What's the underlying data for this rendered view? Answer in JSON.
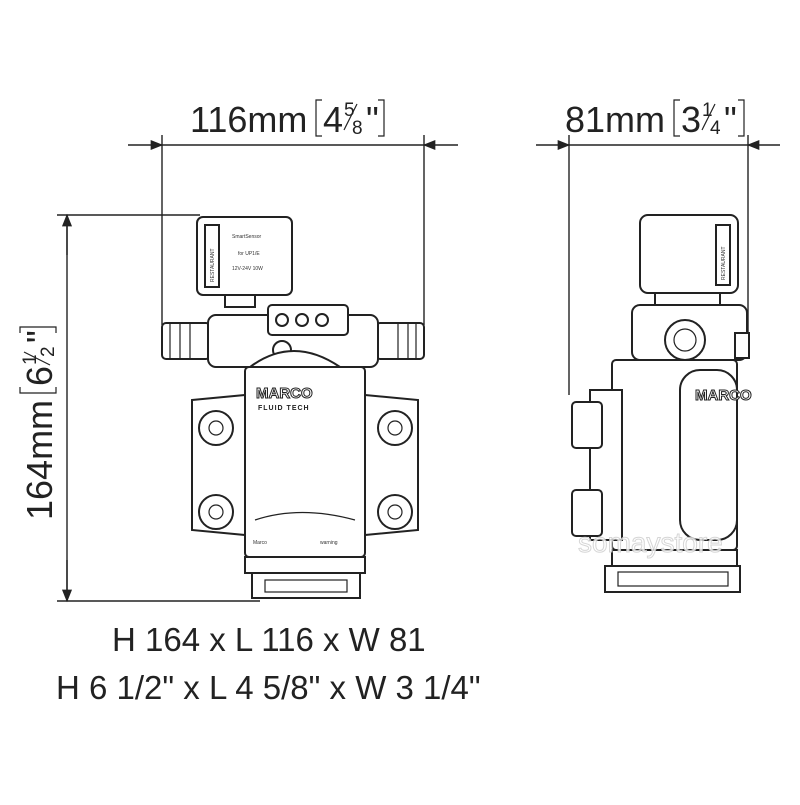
{
  "dimensions": {
    "width_mm": "116mm",
    "width_in_whole": "4",
    "width_in_num": "5",
    "width_in_den": "8",
    "depth_mm": "81mm",
    "depth_in_whole": "3",
    "depth_in_num": "1",
    "depth_in_den": "4",
    "height_mm": "164mm",
    "height_in_whole": "6",
    "height_in_num": "1",
    "height_in_den": "2",
    "inch_mark": "\""
  },
  "summary": {
    "metric": "H 164 x L 116 x W 81",
    "imperial": "H 6 1/2\" x L 4 5/8\" x W 3 1/4\""
  },
  "labels": {
    "brand": "MARCO",
    "brand_sub": "FLUID TECH",
    "switch_line1": "SmartSensor",
    "switch_line2": "for UP1/E",
    "switch_line3": "12V-24V  10W",
    "switch_side": "RESTAURANT",
    "body_small_left": "Marco",
    "body_small_right": "warning",
    "watermark": "somaystore"
  },
  "colors": {
    "line": "#222222",
    "background": "#ffffff"
  }
}
